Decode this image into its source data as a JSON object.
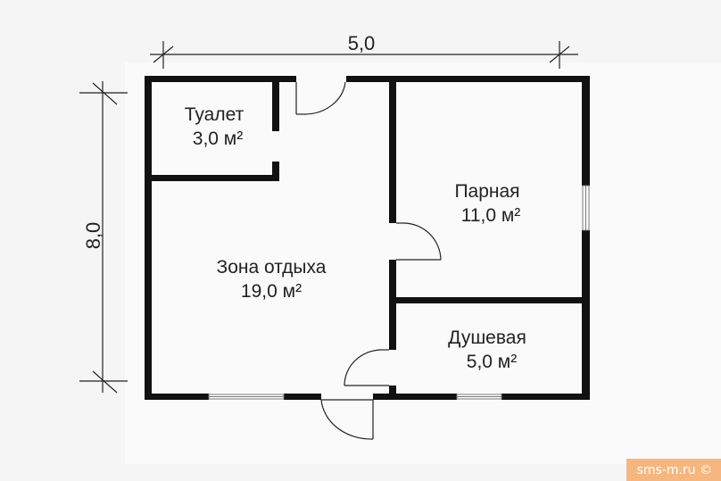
{
  "plan": {
    "width_dimension": "5,0",
    "height_dimension": "8,0",
    "rooms": [
      {
        "name": "Туалет",
        "area": "3,0 м²"
      },
      {
        "name": "Зона отдыха",
        "area": "19,0 м²"
      },
      {
        "name": "Парная",
        "area": "11,0 м²"
      },
      {
        "name": "Душевая",
        "area": "5,0 м²"
      }
    ]
  },
  "watermark": "sms-m.ru ©",
  "colors": {
    "wall": "#111111",
    "background": "#f8f8f8",
    "watermark_bg": "#f5b77f"
  }
}
